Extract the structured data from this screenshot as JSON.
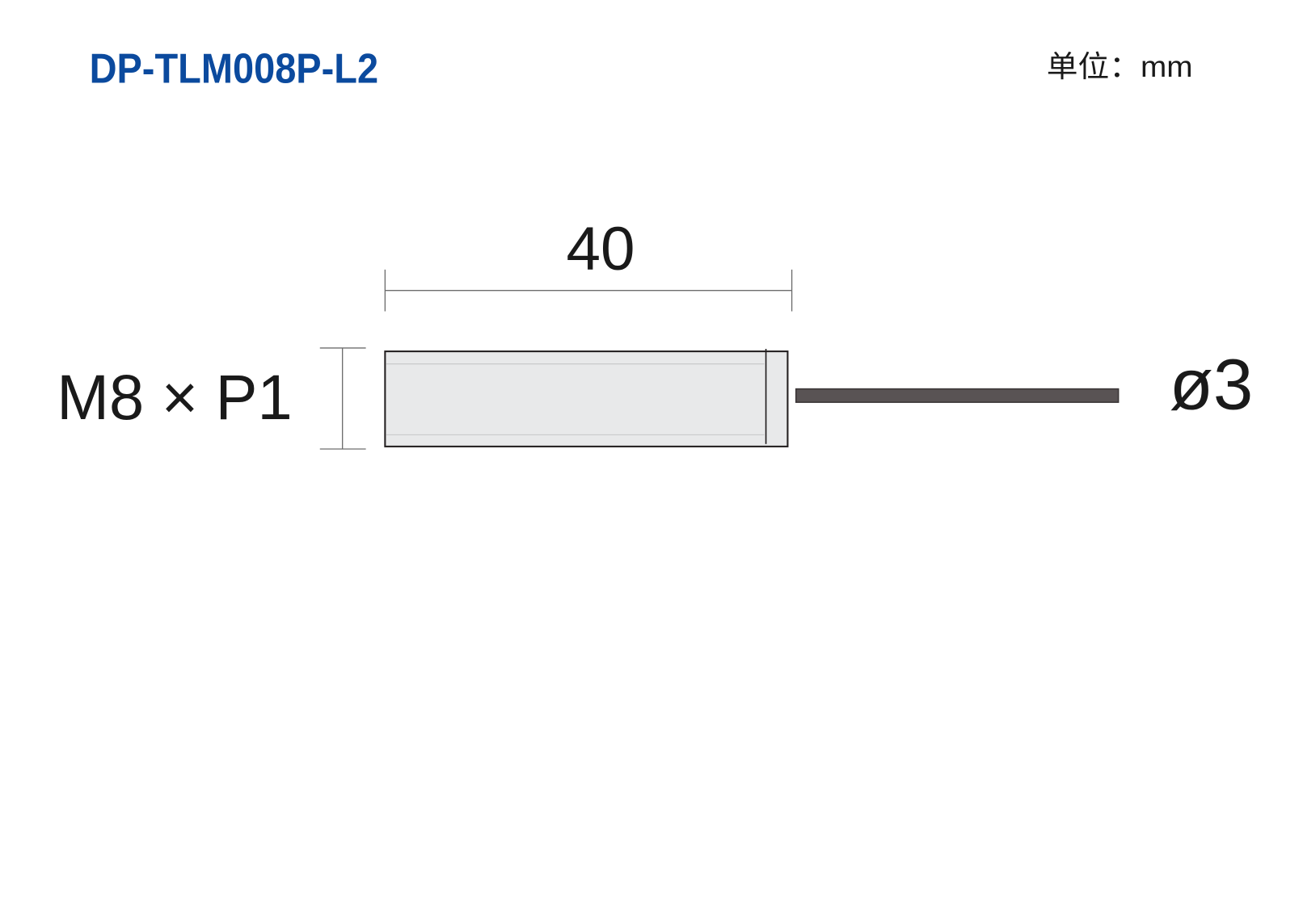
{
  "title": "DP-TLM008P-L2",
  "unit_label": "单位：mm",
  "dimensions": {
    "length": "40",
    "thread": "M8 × P1",
    "cable_diameter": "ø3"
  },
  "colors": {
    "title": "#0b4a9e",
    "text": "#1a1a1a",
    "body_fill": "#e8e9ea",
    "cable_fill": "#595354"
  }
}
